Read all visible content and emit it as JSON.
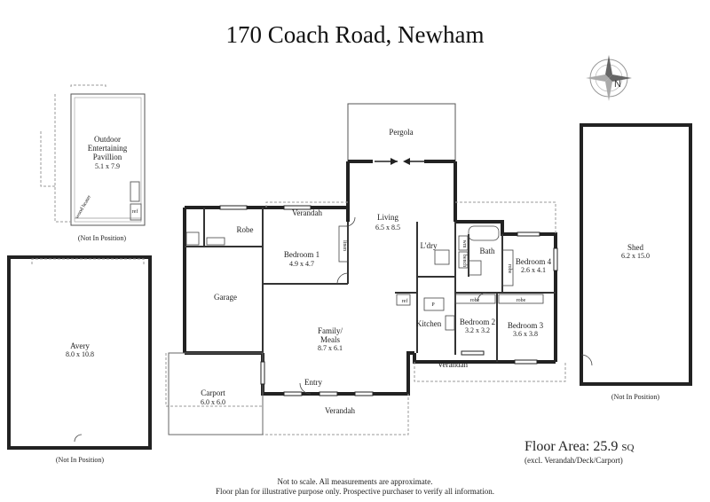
{
  "title": "170 Coach Road, Newham",
  "rooms": {
    "pergola": {
      "name": "Pergola"
    },
    "verandah_top": {
      "name": "Verandah"
    },
    "living": {
      "name": "Living",
      "dims": "6.5 x 8.5"
    },
    "robe": {
      "name": "Robe"
    },
    "bedroom1": {
      "name": "Bedroom 1",
      "dims": "4.9 x 4.7"
    },
    "laundry": {
      "name": "L'dry"
    },
    "bath": {
      "name": "Bath"
    },
    "bedroom4": {
      "name": "Bedroom 4",
      "dims": "2.6 x 4.1"
    },
    "garage": {
      "name": "Garage"
    },
    "family": {
      "name": "Family/",
      "name2": "Meals",
      "dims": "8.7 x 6.1"
    },
    "kitchen": {
      "name": "Kitchen"
    },
    "bedroom2": {
      "name": "Bedroom 2",
      "dims": "3.2 x 3.2"
    },
    "bedroom3": {
      "name": "Bedroom 3",
      "dims": "3.6 x 3.8"
    },
    "verandah_mid": {
      "name": "Verandah"
    },
    "entry": {
      "name": "Entry"
    },
    "carport": {
      "name": "Carport",
      "dims": "6.0 x 6.0"
    },
    "verandah_bottom": {
      "name": "Verandah"
    },
    "pavilion": {
      "name1": "Outdoor",
      "name2": "Entertaining",
      "name3": "Pavillion",
      "dims": "5.1 x 7.9",
      "note": "(Not In Position)"
    },
    "avery": {
      "name": "Avery",
      "dims": "8.0 x 10.8",
      "note": "(Not In Position)"
    },
    "shed": {
      "name": "Shed",
      "dims": "6.2 x 15.0",
      "note": "(Not In Position)"
    }
  },
  "fixtures": {
    "linen": "linen",
    "ref_pavilion": "ref",
    "ref_kitchen": "ref",
    "pantry": "P",
    "robe_bed2": "robe",
    "robe_bed3": "robe",
    "robe_bed4": "robe",
    "wm": "wm",
    "bench": "bench",
    "wood_heater": "wood heater"
  },
  "floor_area": {
    "label": "Floor Area: 25.9",
    "unit": "SQ",
    "note": "(excl. Verandah/Deck/Carport)"
  },
  "disclaimer": {
    "line1": "Not to scale. All measurements are approximate.",
    "line2": "Floor plan for illustrative purpose only. Prospective purchaser to verify all information."
  }
}
